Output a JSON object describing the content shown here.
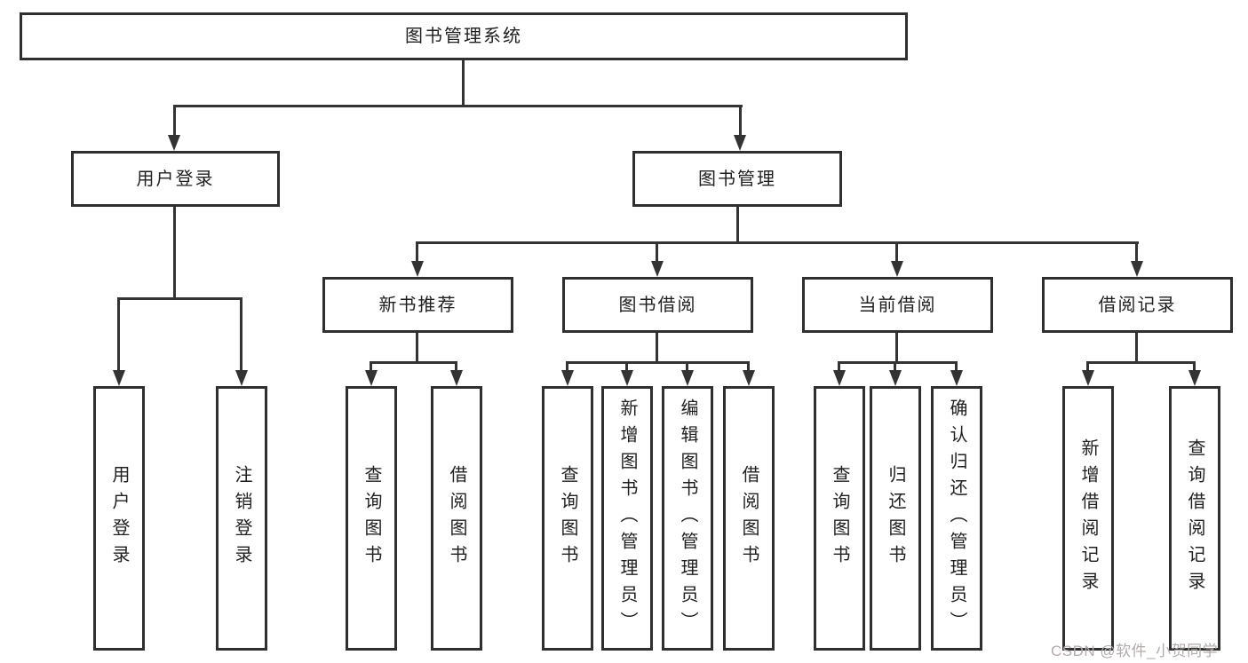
{
  "tree": {
    "label": "图书管理系统",
    "children": [
      {
        "label": "用户登录",
        "children": [
          {
            "label": "用户登录"
          },
          {
            "label": "注销登录"
          }
        ]
      },
      {
        "label": "图书管理",
        "children": [
          {
            "label": "新书推荐",
            "children": [
              {
                "label": "查询图书"
              },
              {
                "label": "借阅图书"
              }
            ]
          },
          {
            "label": "图书借阅",
            "children": [
              {
                "label": "查询图书"
              },
              {
                "label": "新增图书（管理员）"
              },
              {
                "label": "编辑图书（管理员）"
              },
              {
                "label": "借阅图书"
              }
            ]
          },
          {
            "label": "当前借阅",
            "children": [
              {
                "label": "查询图书"
              },
              {
                "label": "归还图书"
              },
              {
                "label": "确认归还（管理员）"
              }
            ]
          },
          {
            "label": "借阅记录",
            "children": [
              {
                "label": "新增借阅记录"
              },
              {
                "label": "查询借阅记录"
              }
            ]
          }
        ]
      }
    ]
  },
  "watermark": "CSDN @软件_小贺同学",
  "colors": {
    "line": "#333333",
    "box_border": "#2f2f2f",
    "text": "#1f1f1f",
    "background": "#ffffff",
    "watermark": "#b3abab"
  }
}
